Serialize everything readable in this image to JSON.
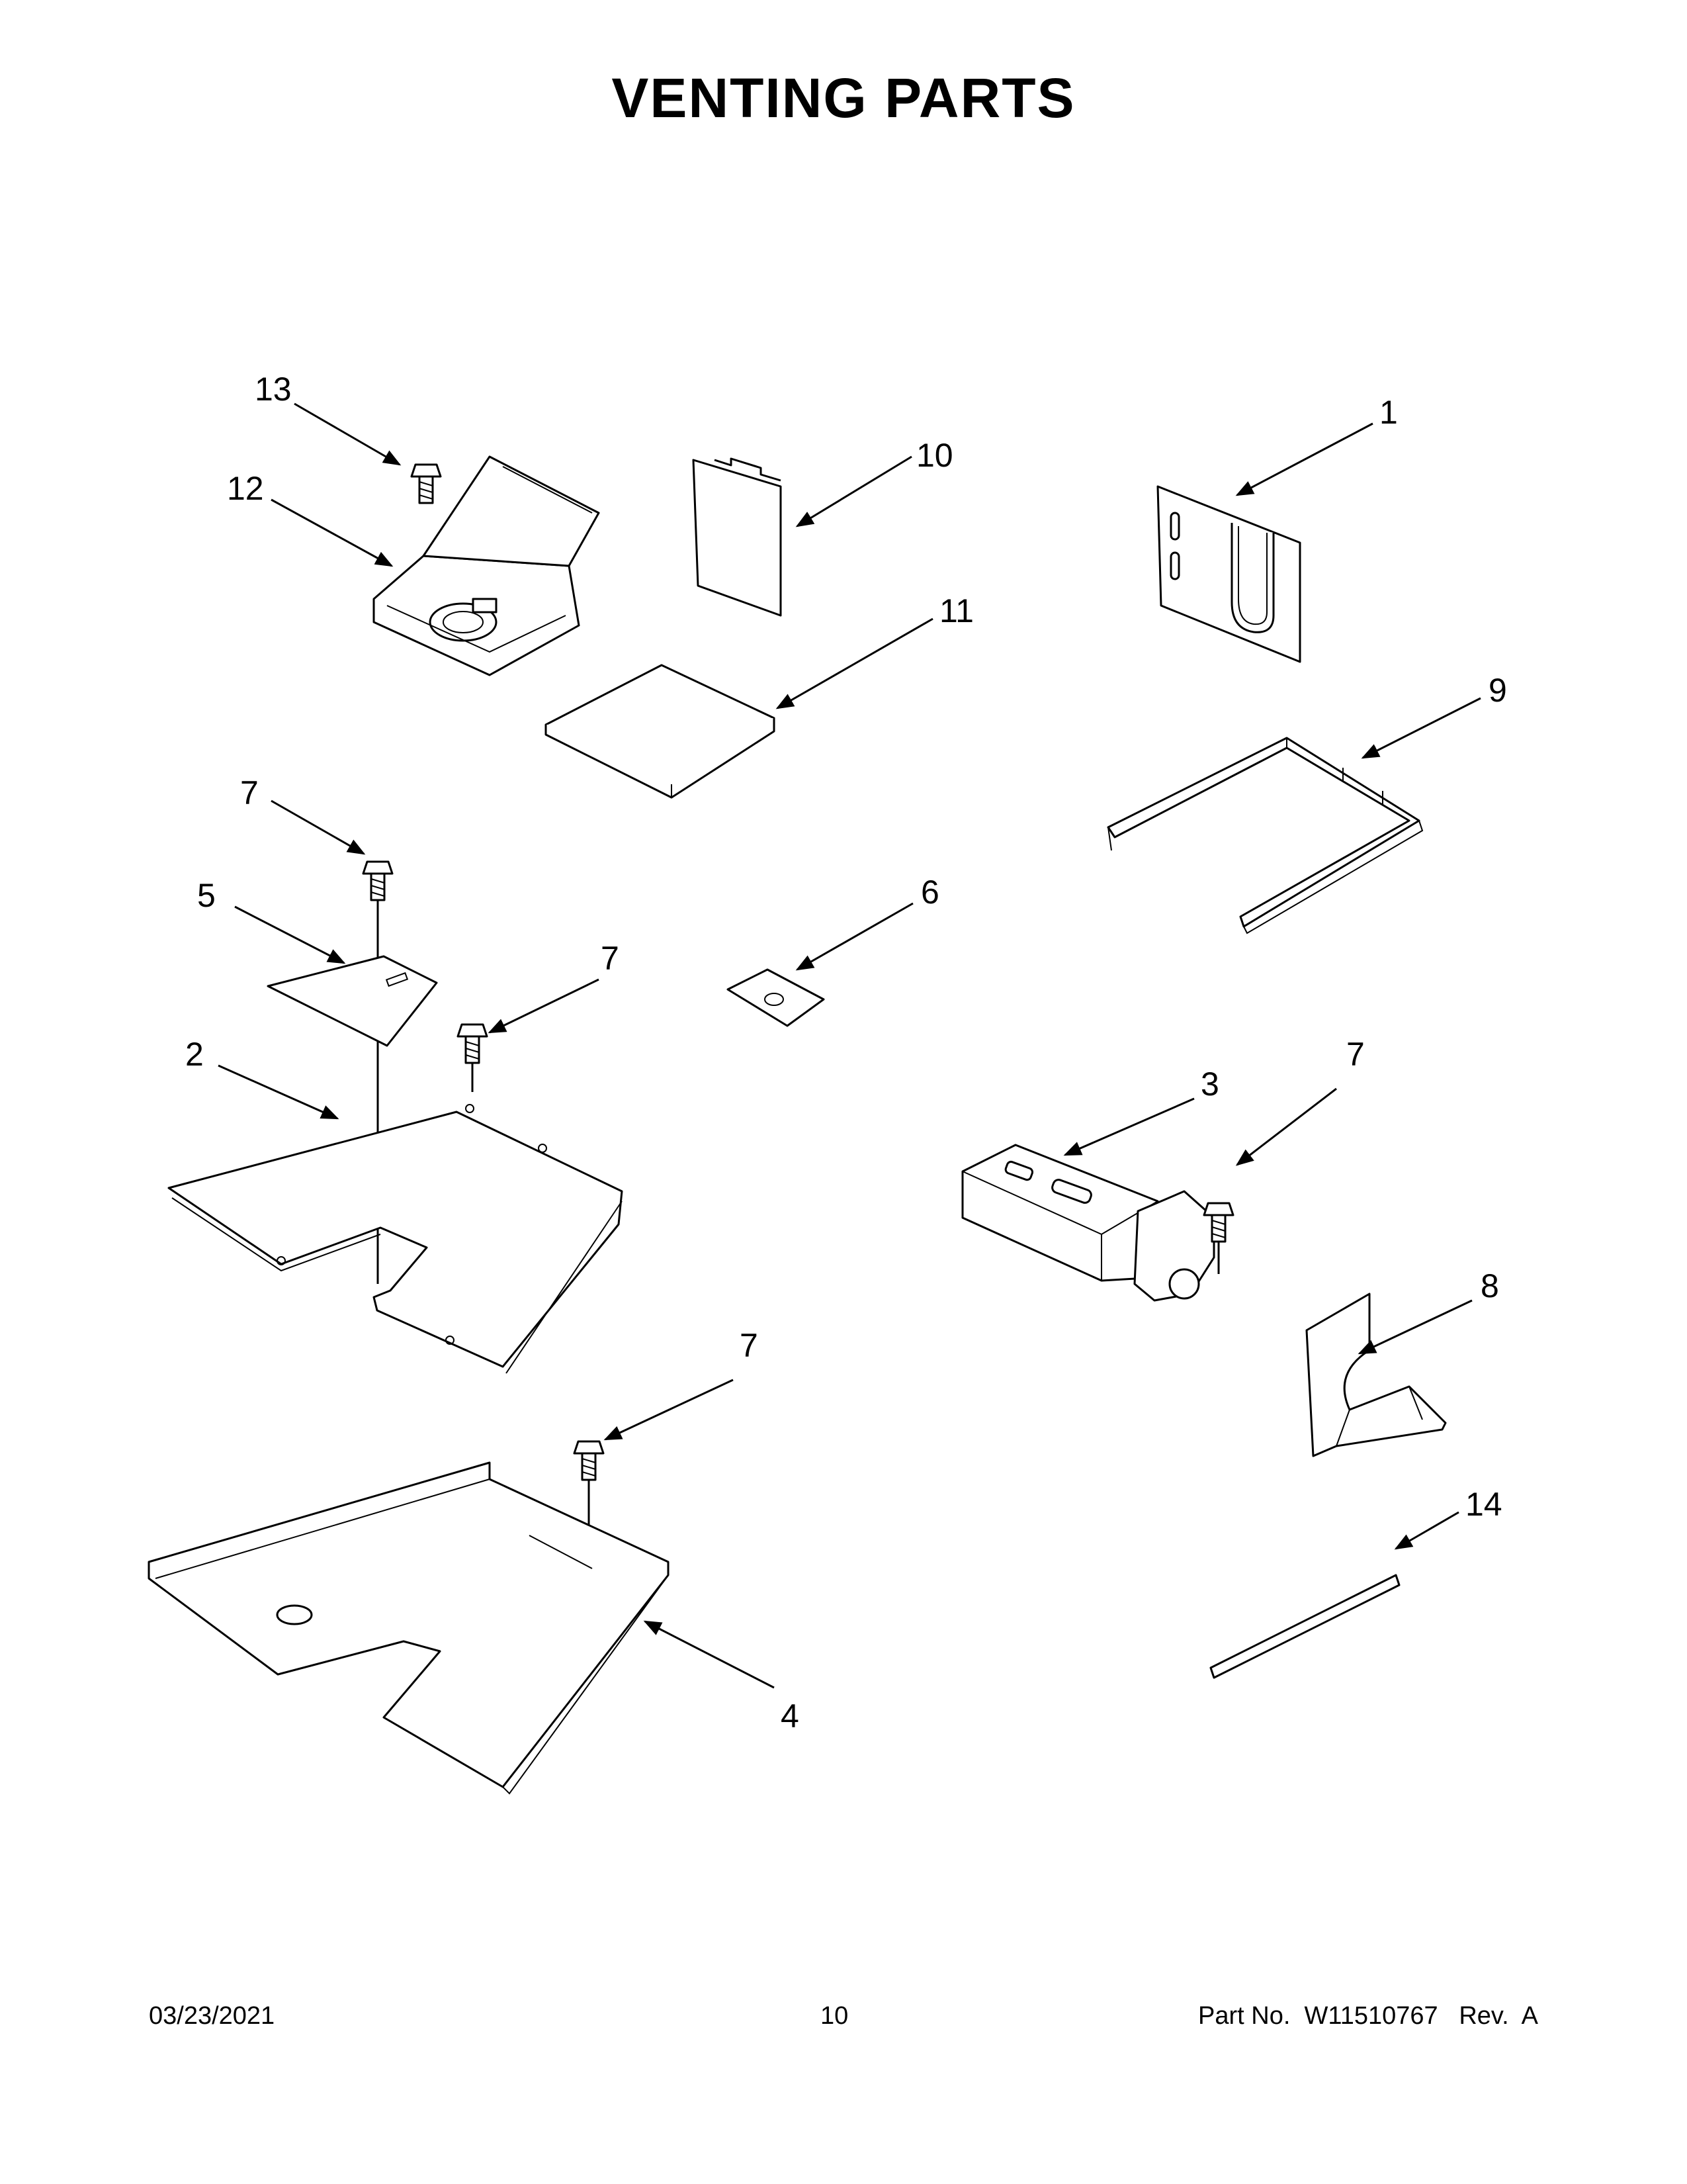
{
  "title": "VENTING PARTS",
  "callouts": [
    {
      "id": "c13",
      "label": "13"
    },
    {
      "id": "c12",
      "label": "12"
    },
    {
      "id": "c10",
      "label": "10"
    },
    {
      "id": "c1",
      "label": "1"
    },
    {
      "id": "c11",
      "label": "11"
    },
    {
      "id": "c9",
      "label": "9"
    },
    {
      "id": "c7a",
      "label": "7"
    },
    {
      "id": "c5",
      "label": "5"
    },
    {
      "id": "c6",
      "label": "6"
    },
    {
      "id": "c7b",
      "label": "7"
    },
    {
      "id": "c2",
      "label": "2"
    },
    {
      "id": "c3",
      "label": "3"
    },
    {
      "id": "c7c",
      "label": "7"
    },
    {
      "id": "c8",
      "label": "8"
    },
    {
      "id": "c7d",
      "label": "7"
    },
    {
      "id": "c14",
      "label": "14"
    },
    {
      "id": "c4",
      "label": "4"
    }
  ],
  "footer": {
    "date": "03/23/2021",
    "page": "10",
    "part": "Part No.  W11510767   Rev.  A"
  }
}
